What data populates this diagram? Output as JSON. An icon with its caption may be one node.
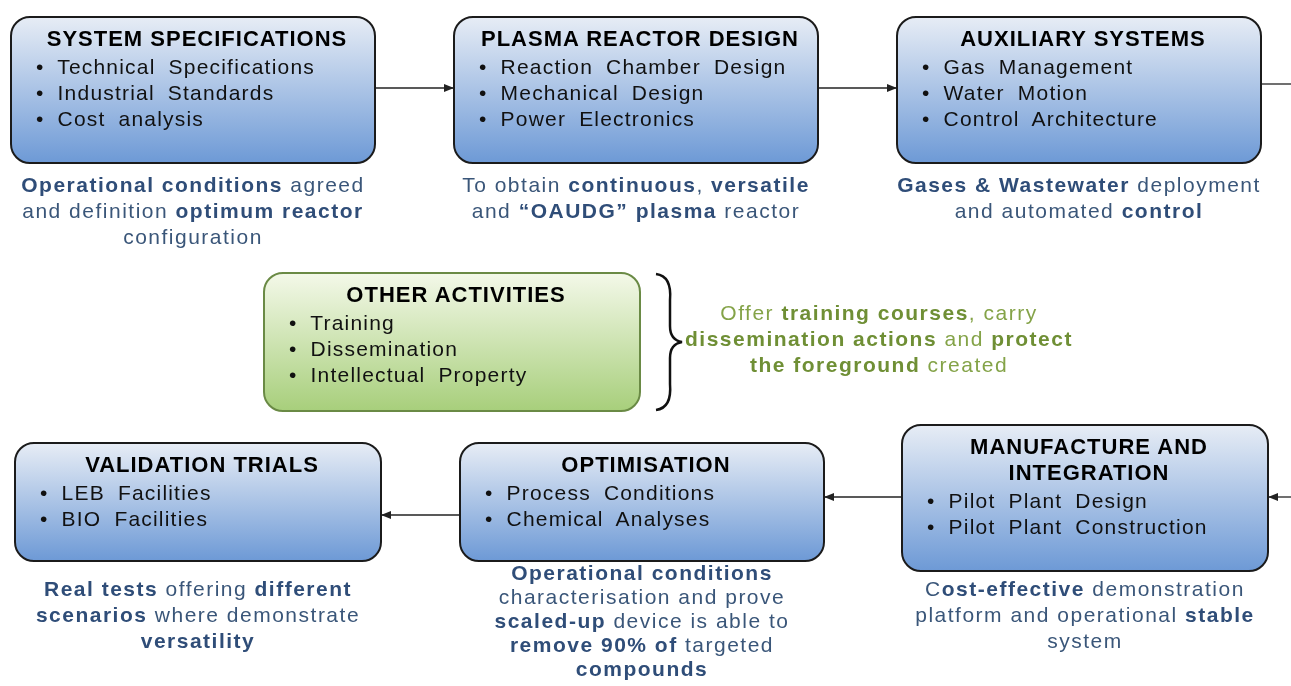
{
  "diagram": {
    "nodes": [
      {
        "text": [
          "SYSTEM SPECIFICATIONS",
          "• Technical Specifications",
          "• Industrial Standards",
          "• Cost analysis"
        ],
        "beside": [
          "**Operational conditions** agreed and definition **optimum reactor** configuration"
        ]
      },
      {
        "text": [
          "PLASMA REACTOR DESIGN",
          "• Reaction Chamber Design",
          "• Mechanical  Design",
          "• Power Electronics"
        ],
        "beside": [
          "To obtain **continuous**, **versatile** and **“OAUDG” plasma** reactor"
        ]
      },
      {
        "text": [
          "AUXILIARY SYSTEMS",
          "• Gas Management",
          "• Water Motion",
          "• Control Architecture"
        ],
        "beside": [
          "**Gases & Wastewater** deployment and automated **control**"
        ]
      },
      {
        "text": [
          "OTHER ACTIVITIES",
          "• Training",
          "• Dissemination",
          "• Intellectual Property"
        ],
        "beside": [
          "Offer **training courses**, carry **dissemination actions** and **protect the foreground** created"
        ]
      },
      {
        "text": [
          "VALIDATION TRIALS",
          "• LEB Facilities",
          "• BIO Facilities"
        ],
        "beside": [
          "**Real tests** offering **different scenarios** where demonstrate **versatility**"
        ]
      },
      {
        "text": [
          "OPTIMISATION",
          "• Process Conditions",
          "• Chemical Analyses"
        ],
        "beside": [
          "**Operational conditions** characterisation and prove **scaled-up** device is  able to **remove 90% of** targeted **compounds**"
        ]
      },
      {
        "text": [
          "MANUFACTURE AND INTEGRATION",
          "• Pilot Plant Design",
          "• Pilot Plant Construction"
        ],
        "beside": [
          "C**ost-effective** demonstration platform and operational **stable** system"
        ]
      }
    ],
    "edges": [
      {
        "from": 0,
        "to": 1,
        "arrow": "to"
      },
      {
        "from": 1,
        "to": 2,
        "arrow": "to"
      },
      {
        "from": 2,
        "to": null,
        "arrow": "none"
      },
      {
        "from": null,
        "to": 6,
        "arrow": "to"
      },
      {
        "from": 6,
        "to": 5,
        "arrow": "to"
      },
      {
        "from": 5,
        "to": 4,
        "arrow": "to"
      }
    ]
  }
}
